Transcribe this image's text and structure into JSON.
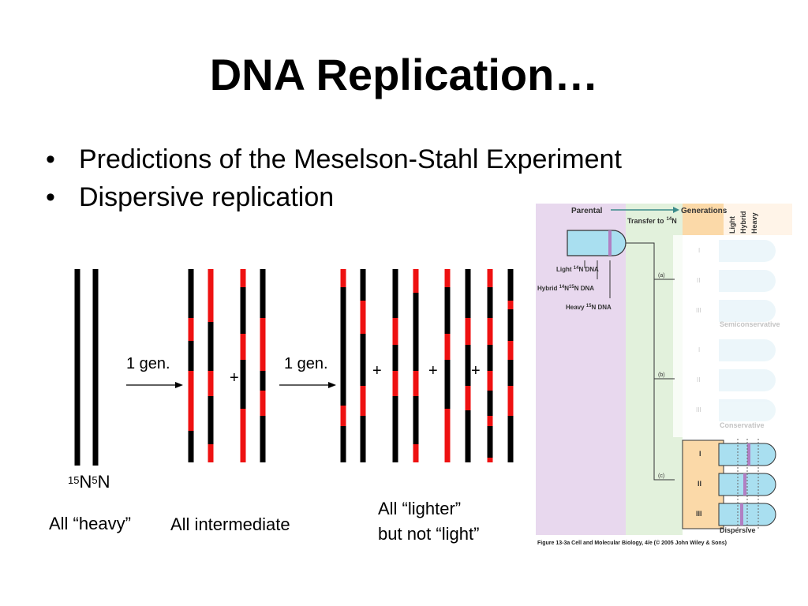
{
  "title": "DNA Replication…",
  "bullets": [
    "Predictions of the Meselson-Stahl Experiment",
    "Dispersive replication"
  ],
  "diagram": {
    "arrow1_label": "1 gen.",
    "arrow2_label": "1 gen.",
    "plus_sign": "+",
    "isotope_label": {
      "a_sup": "15",
      "a_text": "N",
      "b_sup": "5",
      "b_text": "N"
    },
    "captions": {
      "heavy": "All “heavy”",
      "intermediate": "All intermediate",
      "lighter_line1": "All “lighter”",
      "lighter_line2": "but not “light”"
    },
    "colors": {
      "old_strand": "#000000",
      "new_strand": "#ee1111"
    }
  },
  "figure": {
    "parental": "Parental",
    "transfer": "Transfer to",
    "transfer_sup": "14",
    "transfer_n": "N",
    "generations": "Generations",
    "col_light": "Light",
    "col_hybrid": "Hybrid",
    "col_heavy": "Heavy",
    "light_dna": "Light ",
    "light_sup": "14",
    "light_suffix": "N DNA",
    "hybrid_dna": "Hybrid ",
    "hybrid_sup1": "14",
    "hybrid_mid": "N",
    "hybrid_sup2": "15",
    "hybrid_suffix": "N DNA",
    "heavy_dna": "Heavy ",
    "heavy_sup": "15",
    "heavy_suffix": "N DNA",
    "path_a": "(a)",
    "path_b": "(b)",
    "path_c": "(c)",
    "roman": [
      "I",
      "II",
      "III"
    ],
    "semiconservative": "Semiconservative",
    "conservative": "Conservative",
    "dispersive": "Dispersive",
    "caption": "Figure 13-3a  Cell and Molecular Biology, 4/e (© 2005 John Wiley & Sons)",
    "colors": {
      "purple": "#e8d8ee",
      "green": "#e2f1dc",
      "orange": "#fbd9a8",
      "tube": "#a9dff0",
      "band": "#b17fc3"
    }
  }
}
